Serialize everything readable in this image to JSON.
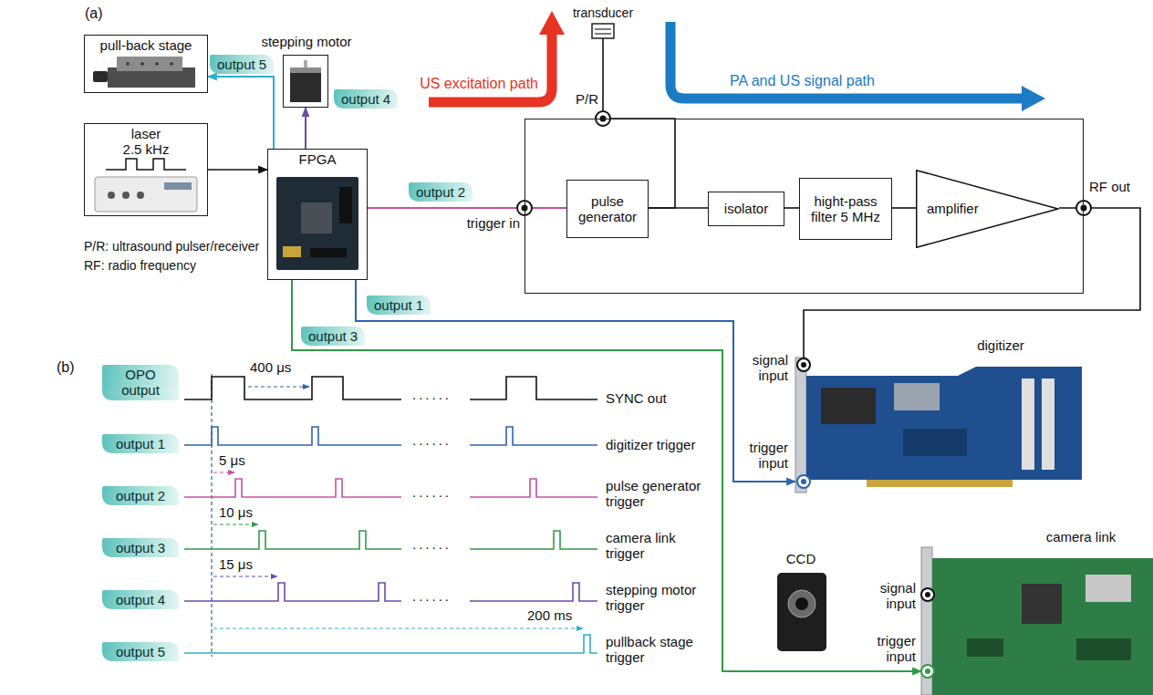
{
  "diagram": {
    "nodes": [
      {
        "text": [
          "pull-back stage"
        ]
      },
      {
        "text": [
          "stepping motor"
        ]
      },
      {
        "text": [
          "laser",
          "2.5 kHz"
        ]
      },
      {
        "text": [
          "FPGA"
        ]
      },
      {
        "text": [
          "P/R"
        ]
      },
      {
        "text": [
          "pulse generator"
        ],
        "in": 4
      },
      {
        "text": [
          "isolator"
        ],
        "in": 4
      },
      {
        "text": [
          "hight-pass filter 5 MHz"
        ],
        "in": 4
      },
      {
        "text": [
          "amplifier"
        ],
        "in": 4
      },
      {
        "text": [
          "transducer"
        ]
      },
      {
        "text": [
          "digitizer",
          "signal input",
          "trigger input"
        ]
      },
      {
        "text": [
          "CCD"
        ]
      },
      {
        "text": [
          "camera link",
          "signal input",
          "trigger input"
        ]
      }
    ],
    "edges": [
      {
        "from": 2,
        "to": 3,
        "arrow": "to"
      },
      {
        "from": 3,
        "to": 0,
        "label": "output 5",
        "arrow": "to"
      },
      {
        "from": 3,
        "to": 1,
        "label": "output 4",
        "arrow": "to"
      },
      {
        "from": 3,
        "to": 5,
        "label": "output 2",
        "arrow": "none"
      },
      {
        "from": 3,
        "to": 10,
        "label": "output 1",
        "arrow": "to"
      },
      {
        "from": 3,
        "to": 12,
        "label": "output 3",
        "arrow": "to"
      },
      {
        "from": 5,
        "to": 6,
        "arrow": "none"
      },
      {
        "from": 5,
        "to": 9,
        "arrow": "none"
      },
      {
        "from": 6,
        "to": 7,
        "arrow": "none"
      },
      {
        "from": 7,
        "to": 8,
        "arrow": "none"
      },
      {
        "from": 8,
        "to": 10,
        "arrow": "none"
      }
    ],
    "labels": [
      "(a)",
      "US excitation path",
      "PA and US signal path",
      "trigger in",
      "RF out",
      "P/R: ultrasound pulser/receiver",
      "RF: radio frequency",
      "(b)",
      "OPO output",
      "400 μs",
      "SYNC out",
      "output 1",
      "digitizer trigger",
      "5 μs",
      "output 2",
      "pulse generator trigger",
      "10 μs",
      "output 3",
      "camera link trigger",
      "15 μs",
      "output 4",
      "stepping motor trigger",
      "200 ms",
      "output 5",
      "pullback stage trigger",
      "......",
      "......",
      "......",
      "......",
      "......"
    ]
  }
}
